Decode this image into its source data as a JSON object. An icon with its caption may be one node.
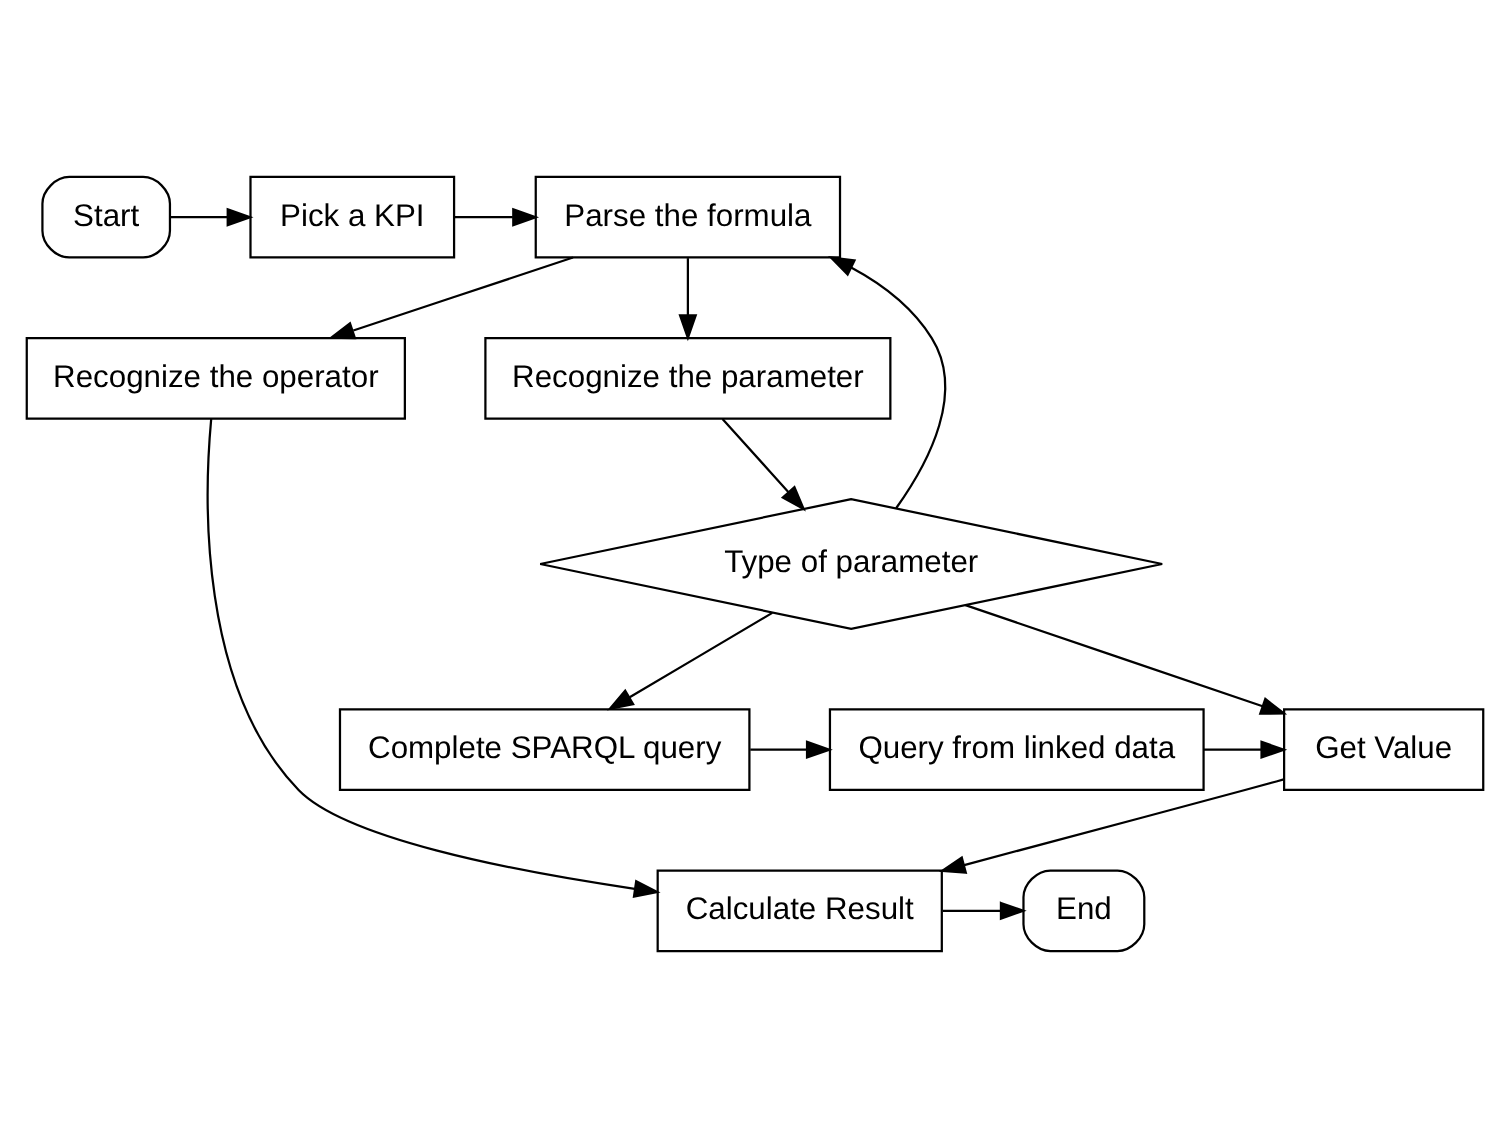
{
  "diagram": {
    "nodes": [
      {
        "text": [
          "Start"
        ]
      },
      {
        "text": [
          "Pick a KPI"
        ]
      },
      {
        "text": [
          "Parse the formula"
        ]
      },
      {
        "text": [
          "Recognize the operator"
        ]
      },
      {
        "text": [
          "Recognize the parameter"
        ]
      },
      {
        "text": [
          "Type of parameter"
        ]
      },
      {
        "text": [
          "Complete SPARQL query"
        ]
      },
      {
        "text": [
          "Query from linked data"
        ]
      },
      {
        "text": [
          "Get Value"
        ]
      },
      {
        "text": [
          "Calculate Result"
        ]
      },
      {
        "text": [
          "End"
        ]
      }
    ],
    "edges": [
      {
        "from": 0,
        "to": 1,
        "arrow": "to"
      },
      {
        "from": 1,
        "to": 2,
        "arrow": "to"
      },
      {
        "from": 2,
        "to": 3,
        "arrow": "to"
      },
      {
        "from": 2,
        "to": 4,
        "arrow": "to"
      },
      {
        "from": 4,
        "to": 5,
        "arrow": "to"
      },
      {
        "from": 5,
        "to": 2,
        "arrow": "to"
      },
      {
        "from": 5,
        "to": 6,
        "arrow": "to"
      },
      {
        "from": 5,
        "to": 8,
        "arrow": "to"
      },
      {
        "from": 6,
        "to": 7,
        "arrow": "to"
      },
      {
        "from": 7,
        "to": 8,
        "arrow": "to"
      },
      {
        "from": 8,
        "to": 9,
        "arrow": "to"
      },
      {
        "from": 3,
        "to": 9,
        "arrow": "to"
      },
      {
        "from": 9,
        "to": 10,
        "arrow": "to"
      }
    ]
  }
}
